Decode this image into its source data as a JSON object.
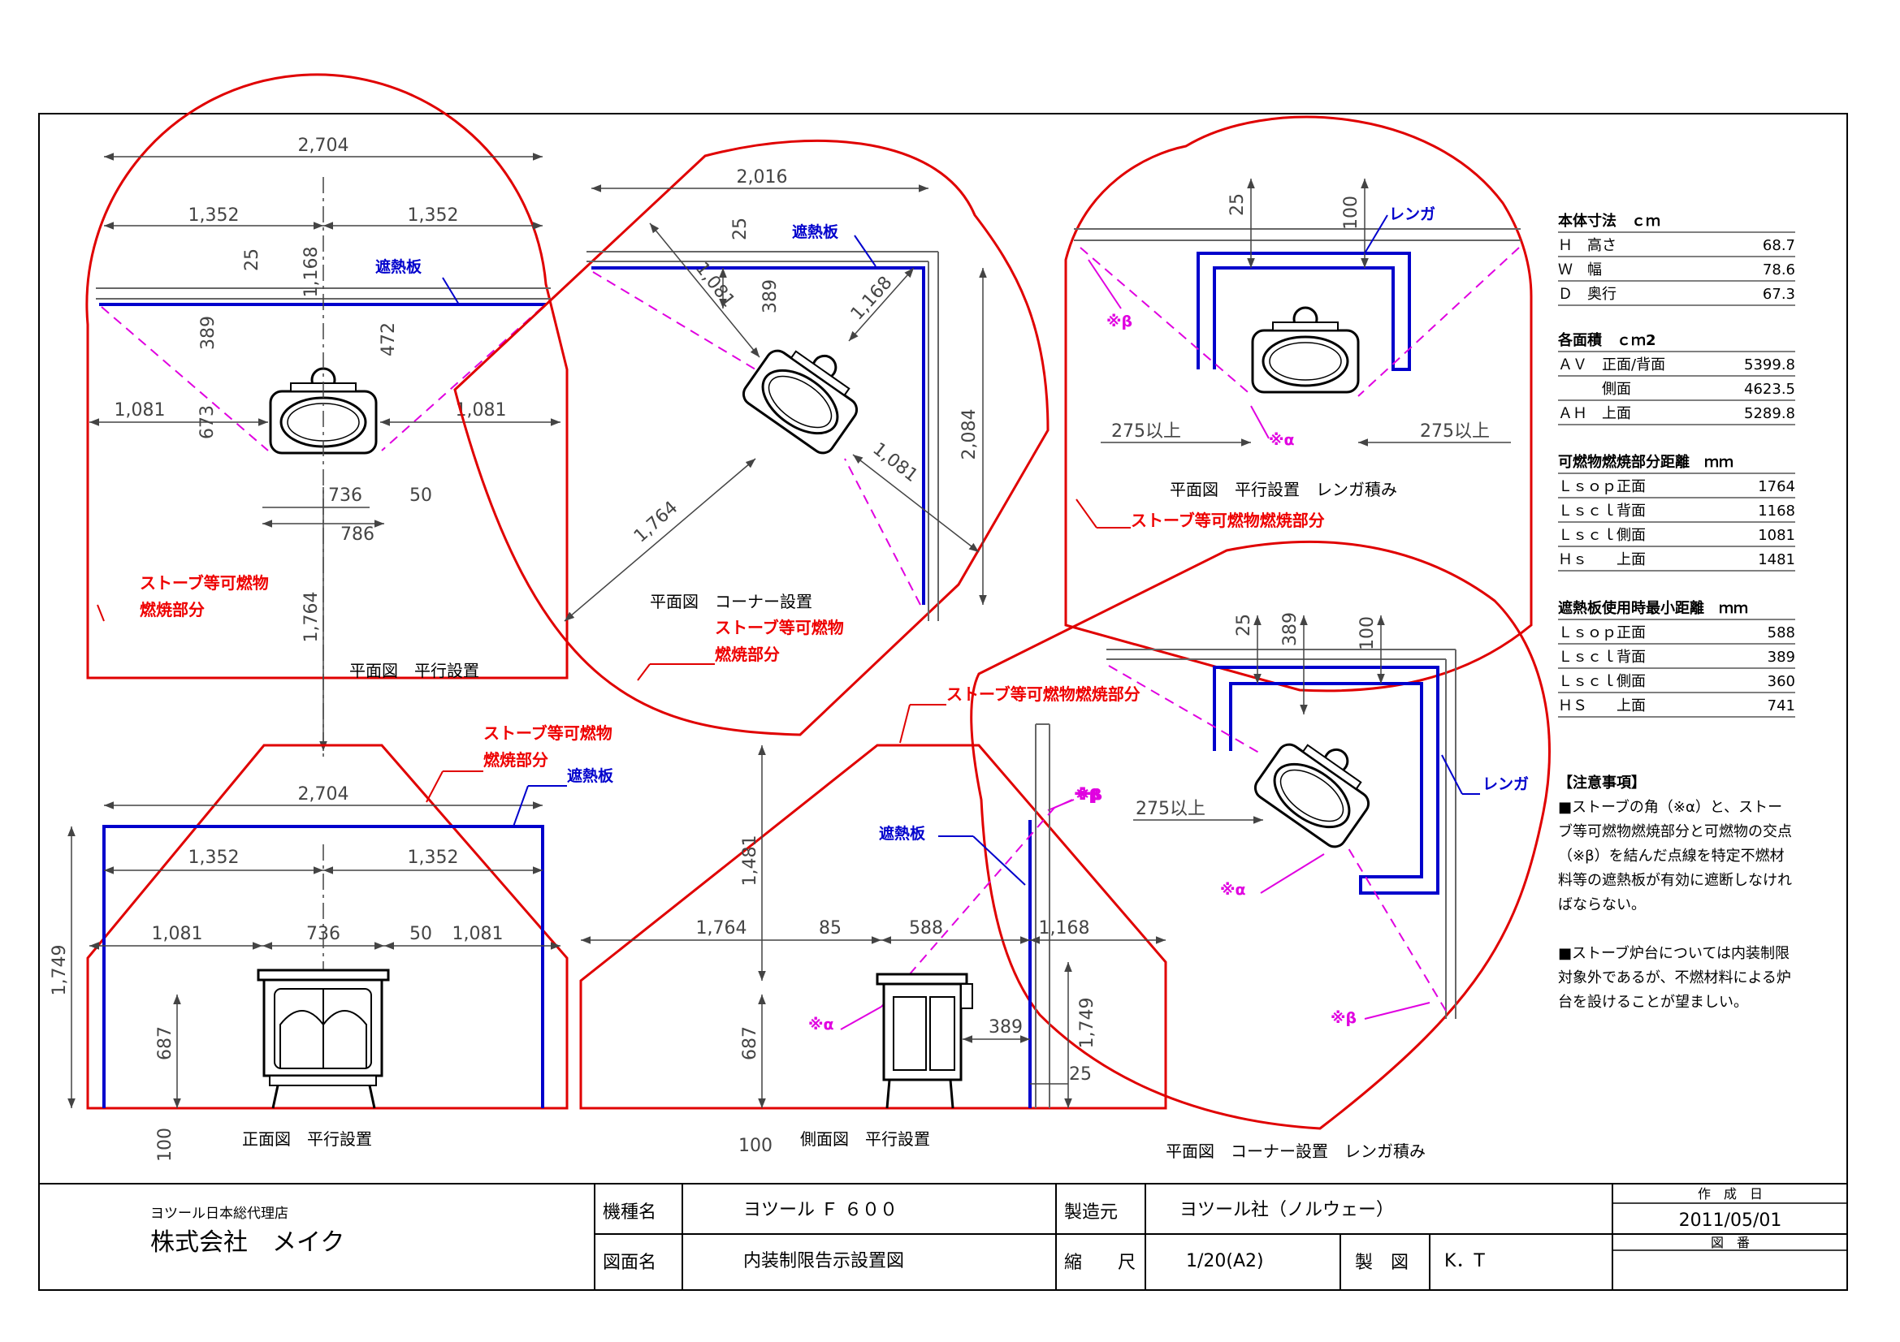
{
  "views": {
    "plan_parallel": {
      "title": "平面図　平行設置",
      "dims": {
        "total": "2,704",
        "half_l": "1,352",
        "half_r": "1,352",
        "d25": "25",
        "d1168": "1,168",
        "d389": "389",
        "d472": "472",
        "side_l": "1,081",
        "side_r": "1,081",
        "d673": "673",
        "d736": "736",
        "d50": "50",
        "d786": "786",
        "d1764": "1,764"
      },
      "shield": "遮熱板",
      "burn_l1": "ストーブ等可燃物",
      "burn_l2": "燃焼部分"
    },
    "plan_corner": {
      "title": "平面図　コーナー設置",
      "dims": {
        "d2016": "2,016",
        "d25": "25",
        "d1081a": "1,081",
        "d389": "389",
        "d1168": "1,168",
        "d2084": "2,084",
        "d1764": "1,764",
        "d1081b": "1,081"
      },
      "shield": "遮熱板",
      "burn_l1": "ストーブ等可燃物",
      "burn_l2": "燃焼部分"
    },
    "plan_brick": {
      "title": "平面図　平行設置　レンガ積み",
      "dims": {
        "d25": "25",
        "d100": "100",
        "d275l": "275以上",
        "d275r": "275以上"
      },
      "brick": "レンガ",
      "beta": "※β",
      "alpha": "※α",
      "burn": "ストーブ等可燃物燃焼部分"
    },
    "plan_corner_brick": {
      "title": "平面図　コーナー設置　レンガ積み",
      "dims": {
        "d25": "25",
        "d389": "389",
        "d100": "100",
        "d275": "275以上"
      },
      "brick": "レンガ",
      "beta1": "※β",
      "alpha": "※α",
      "beta2": "※β"
    },
    "front": {
      "title": "正面図　平行設置",
      "dims": {
        "total": "2,704",
        "half_l": "1,352",
        "half_r": "1,352",
        "d1081l": "1,081",
        "d736": "736",
        "d50": "50",
        "d1081r": "1,081",
        "d1749": "1,749",
        "d687": "687",
        "d100": "100"
      },
      "burn_l1": "ストーブ等可燃物",
      "burn_l2": "燃焼部分",
      "shield": "遮熱板"
    },
    "side": {
      "title": "側面図　平行設置",
      "dims": {
        "d1481": "1,481",
        "d1764": "1,764",
        "d85": "85",
        "d588": "588",
        "d1168": "1,168",
        "d687": "687",
        "d389": "389",
        "d1749": "1,749",
        "d25": "25",
        "d100": "100"
      },
      "burn": "ストーブ等可燃物燃焼部分",
      "shield": "遮熱板",
      "beta": "※β",
      "alpha": "※α"
    }
  },
  "specs": {
    "body_title": "本体寸法　ｃｍ",
    "body": [
      [
        "Ｈ　高さ",
        "68.7"
      ],
      [
        "Ｗ　幅",
        "78.6"
      ],
      [
        "Ｄ　奥行",
        "67.3"
      ]
    ],
    "area_title": "各面積　ｃｍ2",
    "area": [
      [
        "ＡＶ　正面/背面",
        "5399.8"
      ],
      [
        "　　　側面",
        "4623.5"
      ],
      [
        "ＡＨ　上面",
        "5289.8"
      ]
    ],
    "comb_title": "可燃物燃焼部分距離　ｍｍ",
    "comb": [
      [
        "Ｌｓｏｐ正面",
        "1764"
      ],
      [
        "Ｌｓｃｌ背面",
        "1168"
      ],
      [
        "Ｌｓｃｌ側面",
        "1081"
      ],
      [
        "Ｈｓ　　上面",
        "1481"
      ]
    ],
    "shield_title": "遮熱板使用時最小距離　ｍｍ",
    "shield": [
      [
        "Ｌｓｏｐ正面",
        "588"
      ],
      [
        "Ｌｓｃｌ背面",
        "389"
      ],
      [
        "Ｌｓｃｌ側面",
        "360"
      ],
      [
        "ＨＳ　　上面",
        "741"
      ]
    ],
    "notes_title": "【注意事項】",
    "notes": [
      "■ストーブの角（※α）と、ストー",
      "ブ等可燃物燃焼部分と可燃物の交点",
      "（※β）を結んだ点線を特定不燃材",
      "料等の遮熱板が有効に遮断しなけれ",
      "ばならない。",
      "",
      "■ストーブ炉台については内装制限",
      "対象外であるが、不燃材料による炉",
      "台を設けることが望ましい。"
    ]
  },
  "title_block": {
    "agent": "ヨツール日本総代理店",
    "company": "株式会社　メイク",
    "model_label": "機種名",
    "model": "ヨツール Ｆ ６００",
    "maker_label": "製造元",
    "maker": "ヨツール社（ノルウェー）",
    "date_label": "作　成　日",
    "date": "2011/05/01",
    "drawing_label": "図面名",
    "drawing": "内装制限告示設置図",
    "scale_label": "縮　　尺",
    "scale": "1/20(A2)",
    "drawn_label": "製　図",
    "drawn": "K．T",
    "number_label": "図　番"
  },
  "colors": {
    "red": "#e00000",
    "blue": "#0000cc",
    "magenta": "#e000e0",
    "line": "#444444"
  }
}
